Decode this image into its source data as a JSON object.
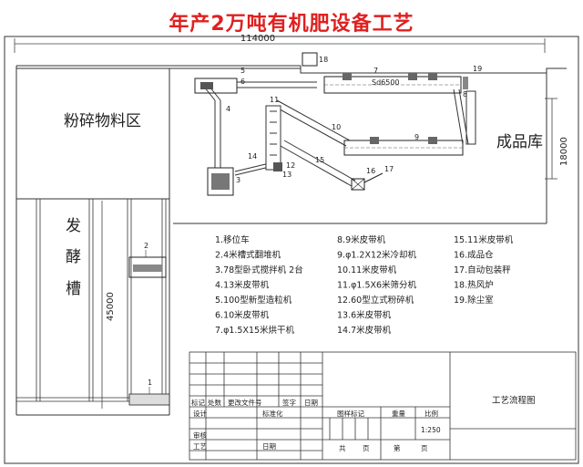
{
  "title": "年产2万吨有机肥设备工艺",
  "dims": {
    "width_total": "114000",
    "height_right": "18000",
    "height_left": "45000"
  },
  "zones": {
    "crushing": "粉碎物料区",
    "fermentation": [
      "发",
      "酵",
      "槽"
    ],
    "finished": "成品库"
  },
  "legend": [
    [
      "1.移位车",
      "8.9米皮带机",
      "15.11米皮带机"
    ],
    [
      "2.4米槽式翻堆机",
      "9.φ1.2X12米冷却机",
      "16.成品仓"
    ],
    [
      "3.78型卧式搅拌机 2台",
      "10.11米皮带机",
      "17.自动包装秤"
    ],
    [
      "4.13米皮带机",
      "11.φ1.5X6米筛分机",
      "18.热风炉"
    ],
    [
      "5.100型新型造粒机",
      "12.60型立式粉碎机",
      "19.除尘室"
    ],
    [
      "6.10米皮带机",
      "13.6米皮带机",
      ""
    ],
    [
      "7.φ1.5X15米烘干机",
      "14.7米皮带机",
      ""
    ]
  ],
  "callouts": [
    "1",
    "2",
    "3",
    "4",
    "5",
    "6",
    "7",
    "8",
    "9",
    "10",
    "11",
    "12",
    "13",
    "14",
    "15",
    "16",
    "17",
    "18",
    "19"
  ],
  "machine_label": "Sd6500",
  "title_block": {
    "header": [
      "标记",
      "处数",
      "更改文件号",
      "签字",
      "日期"
    ],
    "row2": [
      "设计",
      "标准化"
    ],
    "row3": [
      "审核"
    ],
    "row4": [
      "工艺",
      "日期"
    ],
    "stage": [
      "图样标记",
      "重量",
      "比例"
    ],
    "scale": "1:250",
    "pages": [
      "共",
      "页",
      "第",
      "页"
    ],
    "drawing_name": "工艺流程图"
  }
}
